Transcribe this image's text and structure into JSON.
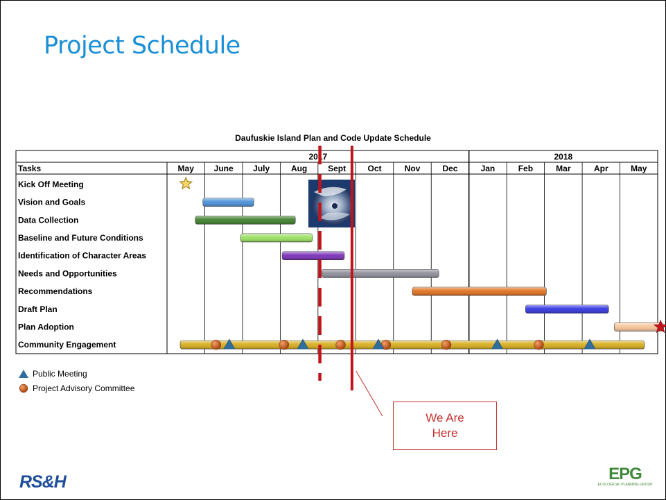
{
  "slide": {
    "title": "Project Schedule",
    "callout": [
      "We Are",
      "Here"
    ],
    "logo_left": "RS&H",
    "logo_right": {
      "mark": "EPG",
      "sub": "ECOLOGICAL PLANNING GROUP"
    }
  },
  "chart_data": {
    "type": "gantt",
    "title": "Daufuskie Island Plan and Code Update Schedule",
    "header_label": "Tasks",
    "years": [
      {
        "label": "2017",
        "start": 0,
        "end": 8
      },
      {
        "label": "2018",
        "start": 8,
        "end": 13
      }
    ],
    "months": [
      "May",
      "June",
      "July",
      "Aug",
      "Sept",
      "Oct",
      "Nov",
      "Dec",
      "Jan",
      "Feb",
      "Mar",
      "Apr",
      "May"
    ],
    "tasks": [
      {
        "name": "Kick Off Meeting",
        "start": null,
        "end": null,
        "color": null,
        "marker": "milestone-star",
        "marker_at": 0.5
      },
      {
        "name": "Vision and Goals",
        "start": 0.95,
        "end": 2.3,
        "color": "#4a90d9"
      },
      {
        "name": "Data Collection",
        "start": 0.75,
        "end": 3.4,
        "color": "#3f7f2c"
      },
      {
        "name": "Baseline and Future Conditions",
        "start": 1.95,
        "end": 3.85,
        "color": "#98e060"
      },
      {
        "name": "Identification of Character Areas",
        "start": 3.05,
        "end": 4.7,
        "color": "#7a2fb8"
      },
      {
        "name": "Needs and Opportunities",
        "start": 4.1,
        "end": 7.2,
        "color": "#8e8e9a"
      },
      {
        "name": "Recommendations",
        "start": 6.5,
        "end": 10.05,
        "color": "#e0701c"
      },
      {
        "name": "Draft Plan",
        "start": 9.5,
        "end": 11.7,
        "color": "#3335e0"
      },
      {
        "name": "Plan Adoption",
        "start": 11.85,
        "end": 13.15,
        "color": "#f6c49a",
        "marker": "end-star",
        "marker_at": 13.15
      },
      {
        "name": "Community Engagement",
        "start": 0.35,
        "end": 12.65,
        "color": "#d7ad1d",
        "public_meetings": [
          1.65,
          3.6,
          5.6,
          8.75,
          11.2
        ],
        "pac_meetings": [
          1.3,
          3.1,
          4.6,
          5.8,
          7.4,
          9.85
        ]
      }
    ],
    "legend": [
      {
        "symbol": "triangle",
        "label": "Public Meeting",
        "color": "#2f6e9e"
      },
      {
        "symbol": "circle",
        "label": "Project Advisory Committee",
        "color": "#c8581e"
      }
    ],
    "markers": [
      {
        "style": "dashed",
        "color": "#c0141b",
        "at": 4.05
      },
      {
        "style": "solid",
        "color": "#c0141b",
        "at": 4.9
      }
    ]
  }
}
